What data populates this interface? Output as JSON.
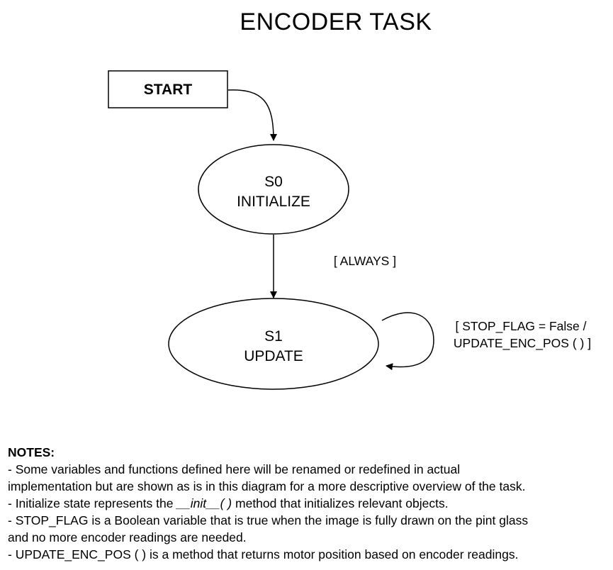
{
  "title": "ENCODER TASK",
  "start": {
    "label": "START"
  },
  "states": [
    {
      "id": "S0",
      "name": "INITIALIZE"
    },
    {
      "id": "S1",
      "name": "UPDATE"
    }
  ],
  "transitions": [
    {
      "from": "S0",
      "to": "S1",
      "label": "[ ALWAYS ]"
    },
    {
      "from": "S1",
      "to": "S1",
      "label_line1": "[ STOP_FLAG = False /",
      "label_line2": "UPDATE_ENC_POS ( ) ]"
    }
  ],
  "notes": {
    "heading": "NOTES:",
    "line1": "- Some variables and functions defined here will be renamed or redefined in actual",
    "line2": "implementation but are shown as is in this diagram for a more descriptive overview of the task.",
    "line3_pre": "- Initialize state represents the ",
    "line3_italic": "__init__( )",
    "line3_post": " method that initializes relevant objects.",
    "line4": "- STOP_FLAG is a Boolean variable that is true when the image is fully drawn on the pint glass",
    "line5": "and no more encoder readings are needed.",
    "line6": "- UPDATE_ENC_POS ( ) is a method that returns motor position based on encoder readings."
  }
}
